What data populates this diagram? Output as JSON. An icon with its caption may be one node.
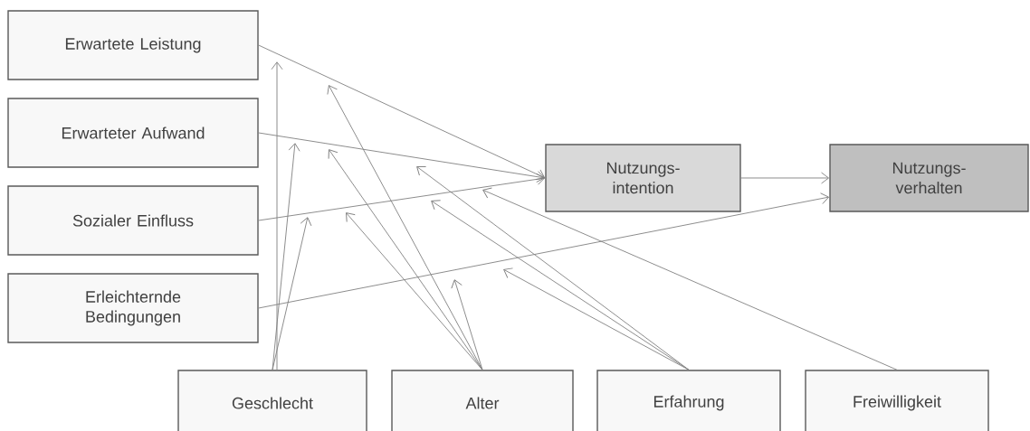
{
  "diagram": {
    "nodes": [
      {
        "text": [
          "Erwartete Leistung"
        ]
      },
      {
        "text": [
          "Erwarteter Aufwand"
        ]
      },
      {
        "text": [
          "Sozialer Einfluss"
        ]
      },
      {
        "text": [
          "Erleichternde Bedingungen"
        ]
      },
      {
        "text": [
          "Nutzungs- intention"
        ]
      },
      {
        "text": [
          "Nutzungs- verhalten"
        ]
      },
      {
        "text": [
          "Geschlecht"
        ]
      },
      {
        "text": [
          "Alter"
        ]
      },
      {
        "text": [
          "Erfahrung"
        ]
      },
      {
        "text": [
          "Freiwilligkeit"
        ]
      }
    ],
    "edges": [
      {
        "from": 0,
        "to": 4,
        "arrow": "to"
      },
      {
        "from": 1,
        "to": 4,
        "arrow": "to"
      },
      {
        "from": 2,
        "to": 4,
        "arrow": "to"
      },
      {
        "from": 3,
        "to": 5,
        "arrow": "to"
      },
      {
        "from": 4,
        "to": 5,
        "arrow": "to"
      },
      {
        "from": 6,
        "to": null,
        "arrow": "to"
      },
      {
        "from": 6,
        "to": null,
        "arrow": "to"
      },
      {
        "from": 6,
        "to": null,
        "arrow": "to"
      },
      {
        "from": 7,
        "to": null,
        "arrow": "to"
      },
      {
        "from": 7,
        "to": null,
        "arrow": "to"
      },
      {
        "from": 7,
        "to": null,
        "arrow": "to"
      },
      {
        "from": 7,
        "to": null,
        "arrow": "to"
      },
      {
        "from": 8,
        "to": null,
        "arrow": "to"
      },
      {
        "from": 8,
        "to": null,
        "arrow": "to"
      },
      {
        "from": 8,
        "to": null,
        "arrow": "to"
      },
      {
        "from": 9,
        "to": null,
        "arrow": "to"
      }
    ]
  }
}
